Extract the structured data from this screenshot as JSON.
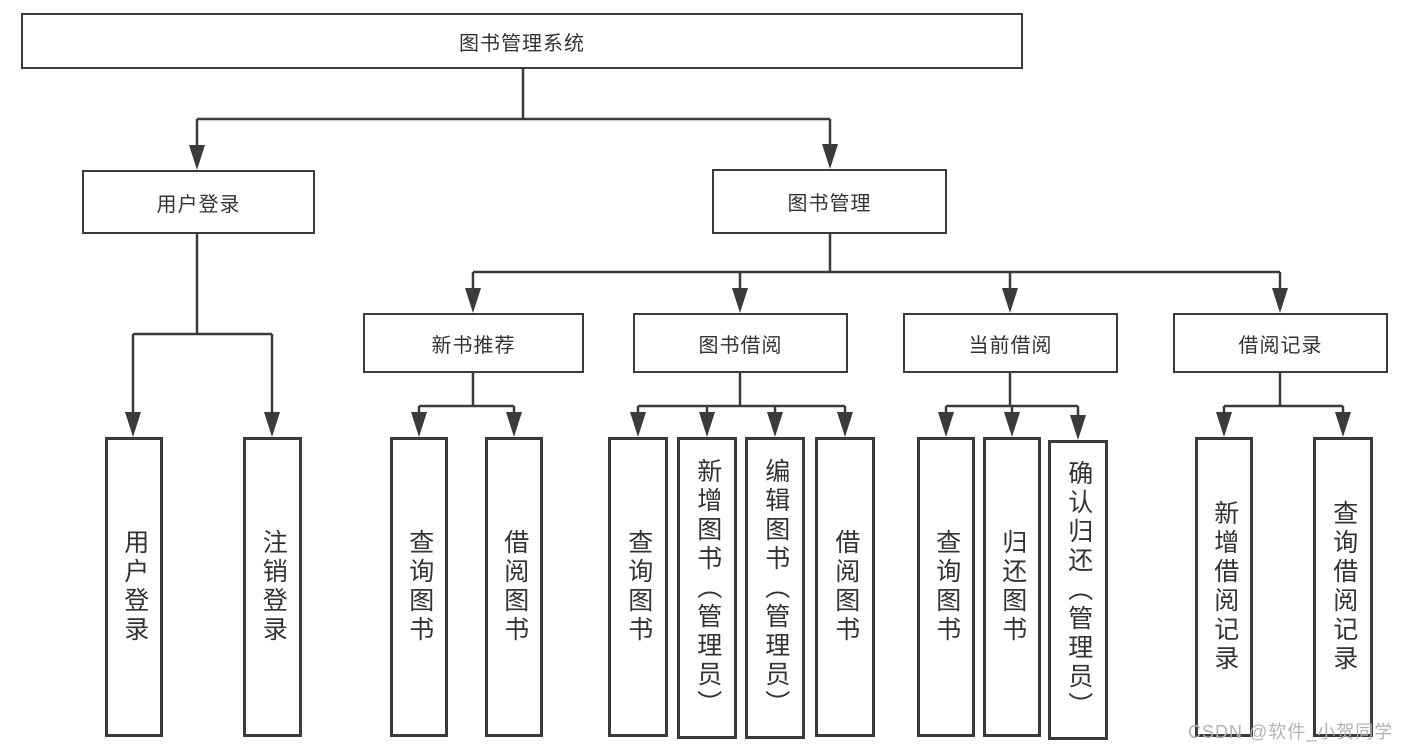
{
  "root": {
    "label": "图书管理系统"
  },
  "branches": {
    "user_login": {
      "label": "用户登录",
      "children": [
        "用户登录",
        "注销登录"
      ]
    },
    "book_mgmt": {
      "label": "图书管理"
    }
  },
  "modules": [
    {
      "label": "新书推荐",
      "children": [
        "查询图书",
        "借阅图书"
      ]
    },
    {
      "label": "图书借阅",
      "children": [
        "查询图书",
        "新增图书（管理员）",
        "编辑图书（管理员）",
        "借阅图书"
      ]
    },
    {
      "label": "当前借阅",
      "children": [
        "查询图书",
        "归还图书",
        "确认归还（管理员）"
      ]
    },
    {
      "label": "借阅记录",
      "children": [
        "新增借阅记录",
        "查询借阅记录"
      ]
    }
  ],
  "watermark": "CSDN @软件_小贺同学",
  "colors": {
    "line": "#3b3b3b",
    "box_background": "#ffffff",
    "text": "#333333",
    "watermark_text": "#b3b3b3"
  }
}
